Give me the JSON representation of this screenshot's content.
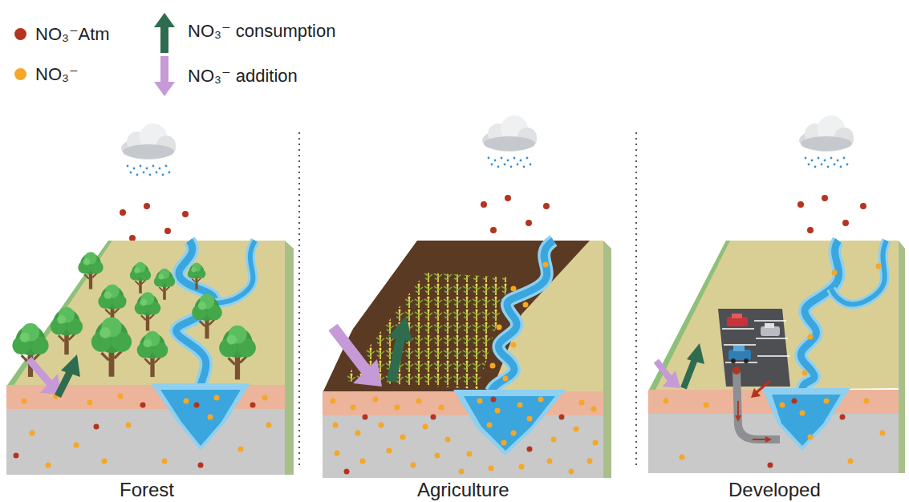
{
  "diagram": {
    "labels": [
      "Forest",
      "Agriculture",
      "Developed"
    ],
    "legend": [
      {
        "text": "NO₃⁻Atm",
        "color": "#b5341f"
      },
      {
        "text": "NO₃⁻",
        "color": "#f5a727"
      },
      {
        "text": "NO₃⁻ consumption"
      },
      {
        "text": "NO₃⁻ addition"
      }
    ]
  }
}
